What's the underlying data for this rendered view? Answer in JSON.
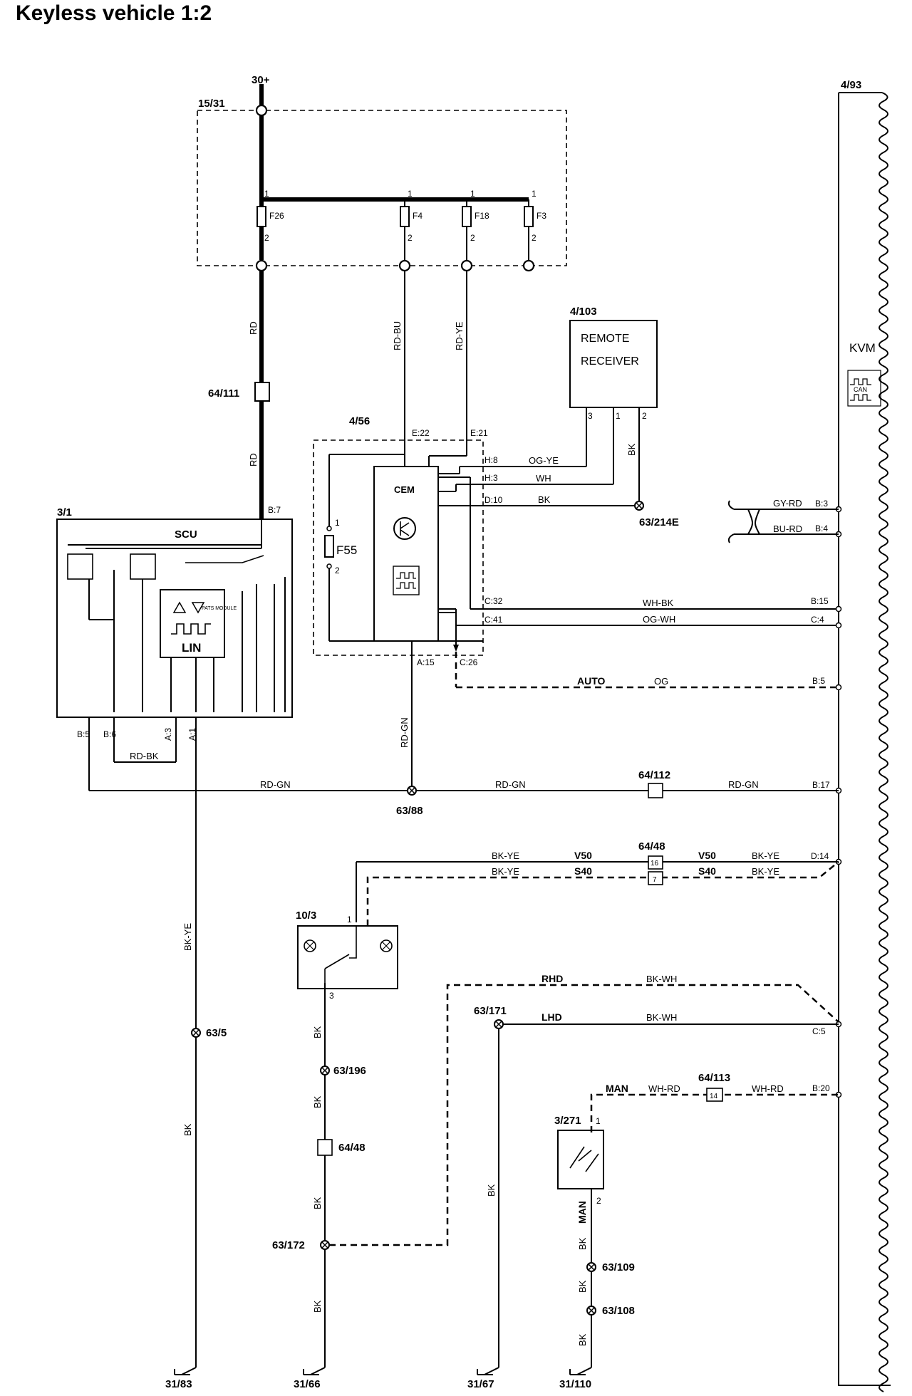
{
  "title": "Keyless vehicle 1:2",
  "supply": "30+",
  "components": {
    "fuse_box": "15/31",
    "kvm": "4/93",
    "kvm_label": "KVM",
    "can_label": "CAN",
    "remote": "4/103",
    "remote_line1": "REMOTE",
    "remote_line2": "RECEIVER",
    "cem_box": "4/56",
    "cem_label": "CEM",
    "fuse_f55": "F55",
    "scu": "3/1",
    "scu_label": "SCU",
    "lin_label": "LIN",
    "pats_label": "PATS MODULE",
    "switch_10_3": "10/3",
    "switch_3_271": "3/271"
  },
  "fuses": [
    "F26",
    "F4",
    "F18",
    "F3"
  ],
  "connectors": {
    "c64_111": "64/111",
    "c64_112": "64/112",
    "c64_48": "64/48",
    "c64_48_pin16": "16",
    "c64_48_pin7": "7",
    "c64_48b": "64/48",
    "c64_113": "64/113",
    "c64_113_pin": "14"
  },
  "grounds": [
    "63/214E",
    "63/88",
    "63/5",
    "63/196",
    "63/172",
    "63/171",
    "63/109",
    "63/108"
  ],
  "ground_terminals": [
    "31/83",
    "31/66",
    "31/67",
    "31/110"
  ],
  "pins": {
    "e22": "E:22",
    "e21": "E:21",
    "h8": "H:8",
    "h3": "H:3",
    "d10": "D:10",
    "c32": "C:32",
    "c41": "C:41",
    "a15": "A:15",
    "c26": "C:26",
    "b7": "B:7",
    "b5": "B:5",
    "b6": "B:6",
    "a3": "A:3",
    "a1": "A:1",
    "kb3": "B:3",
    "kb4": "B:4",
    "kb15": "B:15",
    "kc4": "C:4",
    "kb5": "B:5",
    "kb17": "B:17",
    "kd14": "D:14",
    "kc5": "C:5",
    "kb20": "B:20"
  },
  "wire_colors": {
    "rd": "RD",
    "rd_bu": "RD-BU",
    "rd_ye": "RD-YE",
    "og_ye": "OG-YE",
    "wh": "WH",
    "bk": "BK",
    "gy_rd": "GY-RD",
    "bu_rd": "BU-RD",
    "wh_bk": "WH-BK",
    "og_wh": "OG-WH",
    "og": "OG",
    "rd_gn": "RD-GN",
    "rd_bk": "RD-BK",
    "bk_ye": "BK-YE",
    "bk_wh": "BK-WH",
    "wh_rd": "WH-RD"
  },
  "variants": {
    "auto": "AUTO",
    "v50": "V50",
    "s40": "S40",
    "rhd": "RHD",
    "lhd": "LHD",
    "man": "MAN"
  }
}
